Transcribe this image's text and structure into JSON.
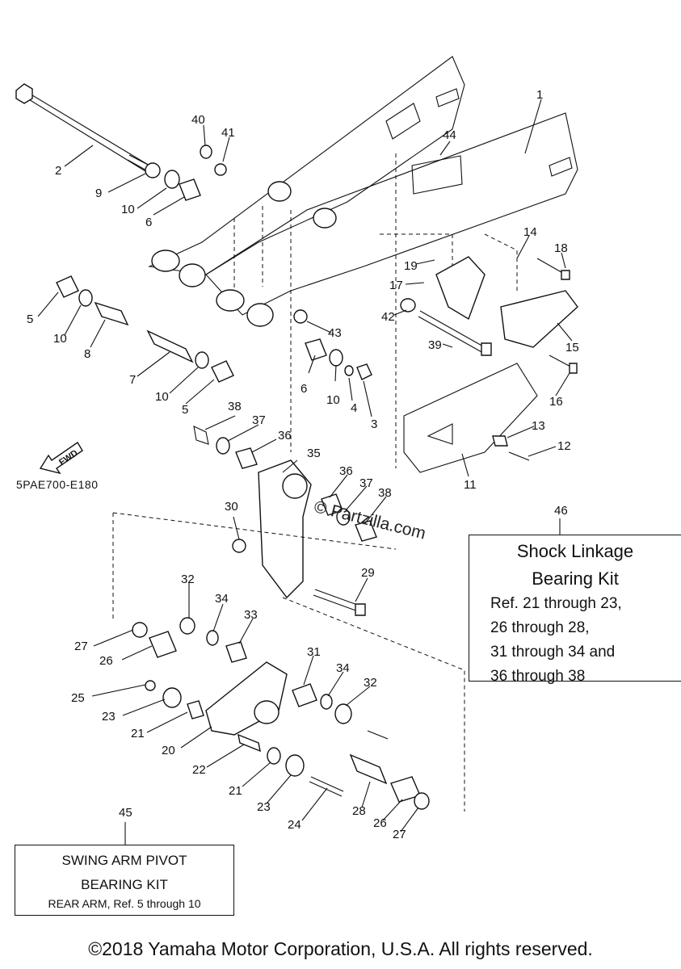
{
  "diagram_code": "5PAE700-E180",
  "watermark": "© Partzilla.com",
  "fwd_label": "FWD",
  "copyright": "©2018 Yamaha Motor Corporation, U.S.A. All rights reserved.",
  "kit_46": {
    "number": "46",
    "title_line1": "Shock Linkage",
    "title_line2": "Bearing Kit",
    "ref_lines": [
      "Ref. 21 through 23,",
      "26 through 28,",
      "31 through 34 and",
      "36 through 38"
    ]
  },
  "kit_45": {
    "number": "45",
    "title_line1": "SWING ARM PIVOT",
    "title_line2": "BEARING KIT",
    "ref_line": "REAR ARM, Ref. 5 through 10"
  },
  "callouts": [
    "1",
    "2",
    "3",
    "4",
    "5",
    "5",
    "6",
    "6",
    "7",
    "8",
    "9",
    "10",
    "10",
    "10",
    "10",
    "11",
    "12",
    "13",
    "14",
    "15",
    "16",
    "17",
    "18",
    "19",
    "20",
    "21",
    "21",
    "22",
    "23",
    "23",
    "24",
    "25",
    "26",
    "26",
    "27",
    "27",
    "28",
    "29",
    "30",
    "31",
    "32",
    "32",
    "33",
    "34",
    "34",
    "35",
    "36",
    "36",
    "37",
    "37",
    "38",
    "38",
    "39",
    "40",
    "41",
    "42",
    "43",
    "44"
  ]
}
